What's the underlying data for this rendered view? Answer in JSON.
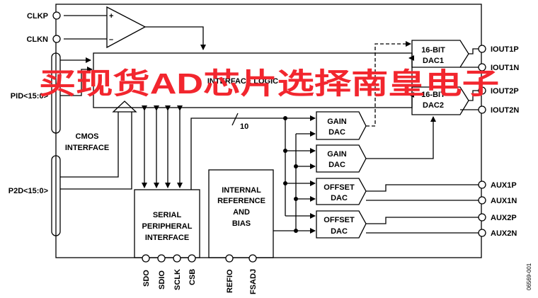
{
  "left_pins": {
    "clkp": "CLKP",
    "clkn": "CLKN",
    "pid": "PID<15:0>",
    "p2d": "P2D<15:0>"
  },
  "right_pins": {
    "iout1p": "IOUT1P",
    "iout1n": "IOUT1N",
    "iout2p": "IOUT2P",
    "iout2n": "IOUT2N",
    "aux1p": "AUX1P",
    "aux1n": "AUX1N",
    "aux2p": "AUX2P",
    "aux2n": "AUX2N"
  },
  "bottom_pins": {
    "sdo": "SDO",
    "sdio": "SDIO",
    "sclk": "SCLK",
    "csb": "CSB",
    "refio": "REFIO",
    "fsadj": "FSADJ"
  },
  "blocks": {
    "interface_logic": "INTERFACE LOGIC",
    "cmos_interface": [
      "CMOS",
      "INTERFACE"
    ],
    "spi": [
      "SERIAL",
      "PERIPHERAL",
      "INTERFACE"
    ],
    "reference": [
      "INTERNAL",
      "REFERENCE",
      "AND",
      "BIAS"
    ],
    "dac1": [
      "16-BIT",
      "DAC1"
    ],
    "dac2": [
      "16-BIT",
      "DAC2"
    ],
    "gain_dac_1": [
      "GAIN",
      "DAC"
    ],
    "gain_dac_2": [
      "GAIN",
      "DAC"
    ],
    "offset_dac_1": [
      "OFFSET",
      "DAC"
    ],
    "offset_dac_2": [
      "OFFSET",
      "DAC"
    ]
  },
  "comparator": {
    "plus": "+",
    "minus": "–"
  },
  "bus_width": "10",
  "figure_id": "06569-001",
  "watermark": "买现货AD芯片选择南皇电子",
  "colors": {
    "watermark": "#f2262e",
    "line": "#000000"
  }
}
